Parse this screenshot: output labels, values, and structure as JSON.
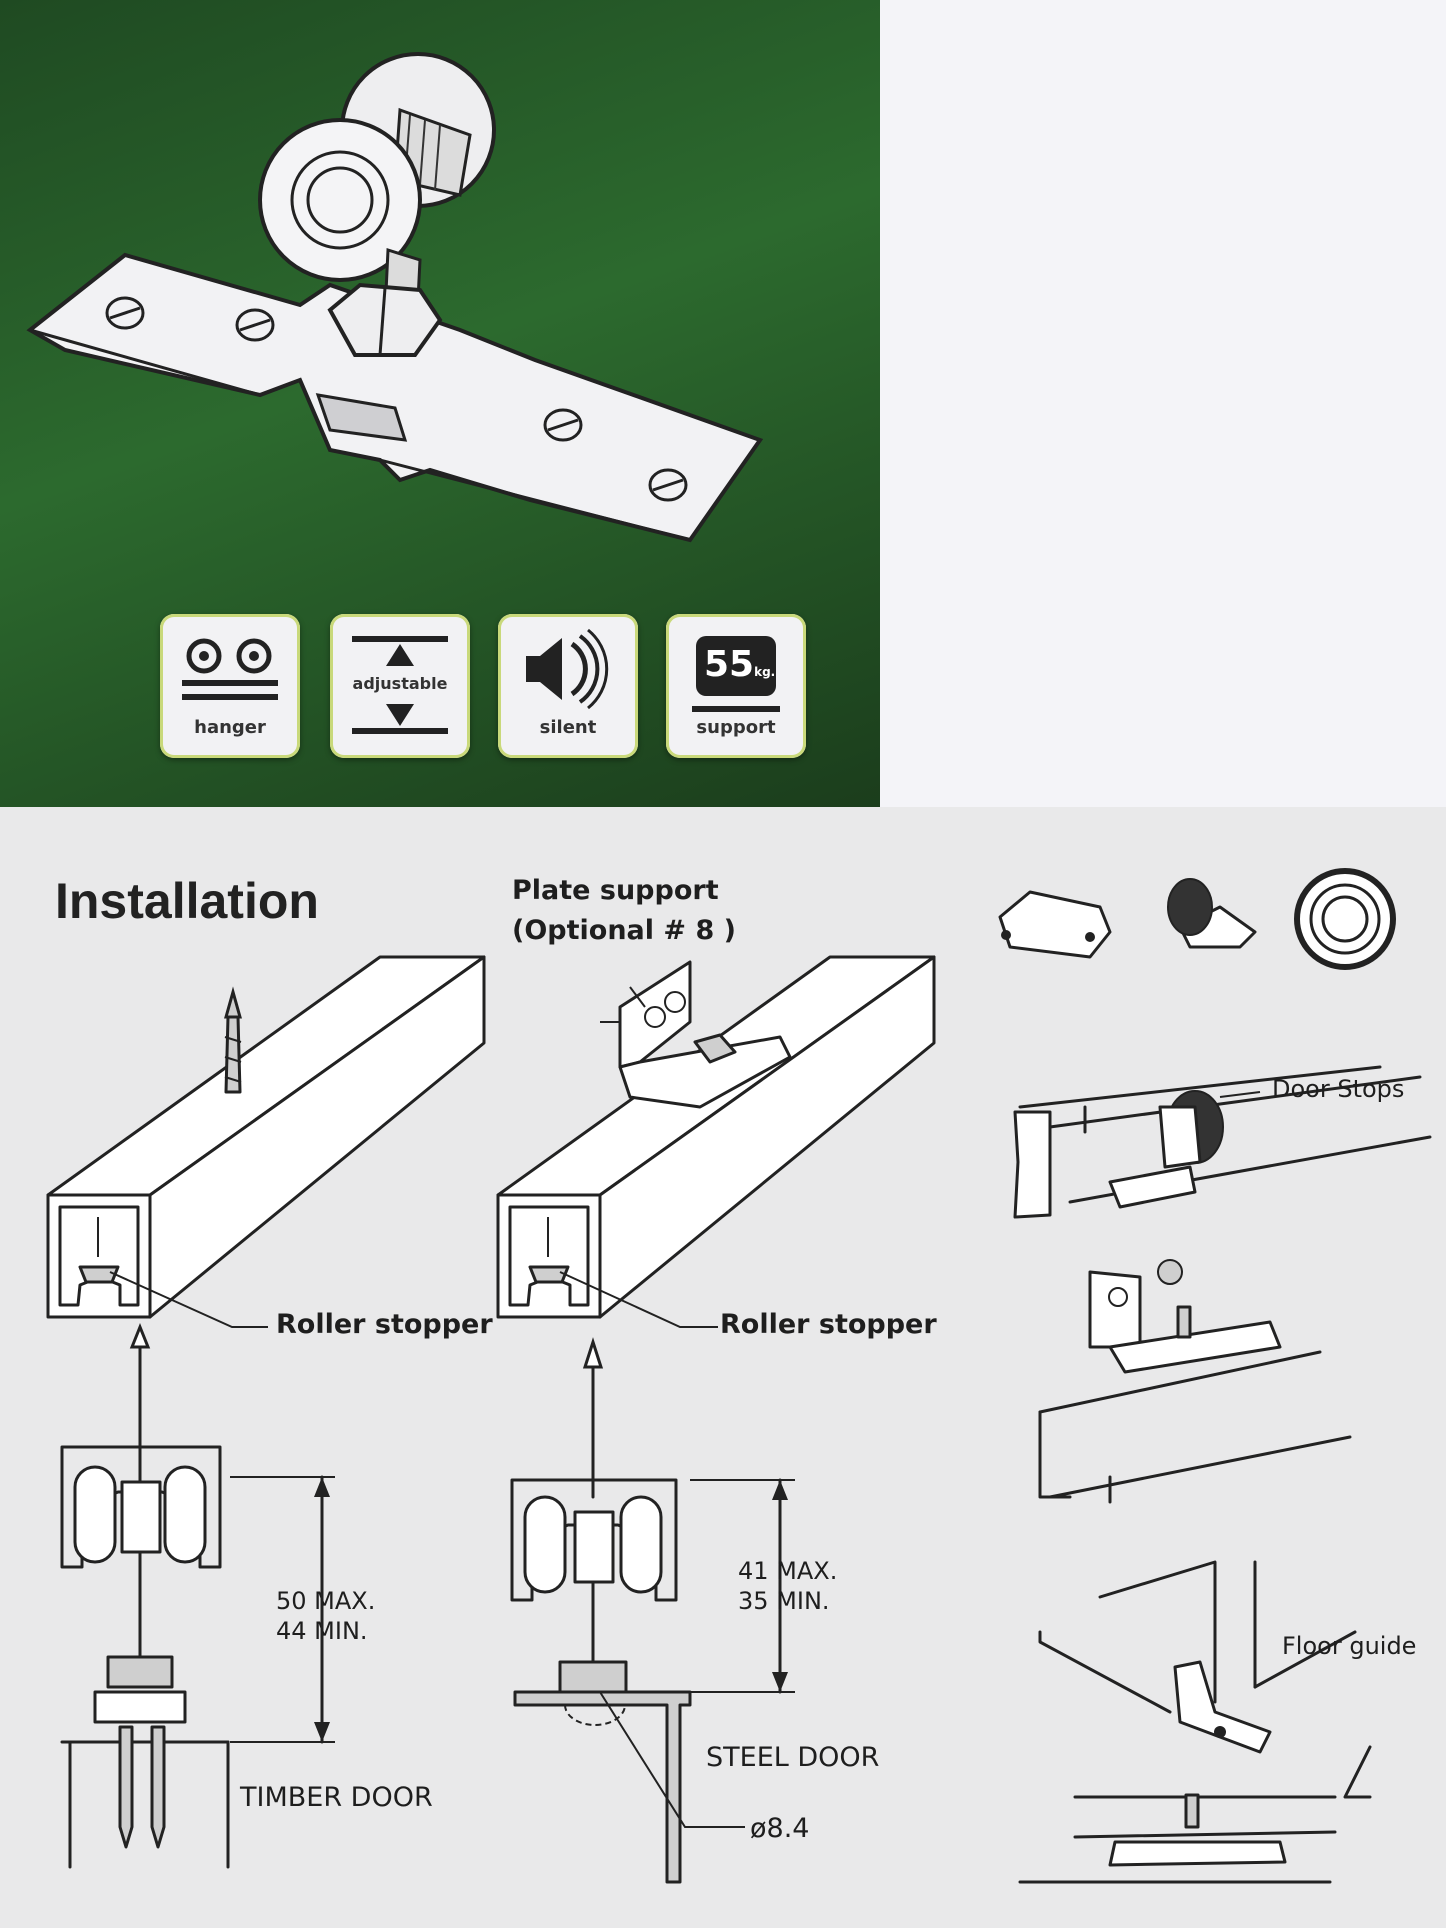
{
  "badges": {
    "hanger": "hanger",
    "adjustable": "adjustable",
    "silent": "silent",
    "support_value": "55",
    "support_unit": "kg.",
    "support": "support"
  },
  "installation": {
    "title": "Installation",
    "plate_support_line1": "Plate support",
    "plate_support_line2": "(Optional # 8 )",
    "roller_stopper_left": "Roller stopper",
    "roller_stopper_right": "Roller stopper",
    "dim_left_max": "50 MAX.",
    "dim_left_min": "44 MIN.",
    "dim_right_max": "41 MAX.",
    "dim_right_min": "35 MIN.",
    "timber_door": "TIMBER DOOR",
    "steel_door": "STEEL DOOR",
    "hole_diameter": "ø8.4",
    "door_stops": "Door Stops",
    "floor_guide": "Floor guide"
  },
  "colors": {
    "top_green": "#2c6a2e",
    "badge_bg": "#f2f2f4",
    "line": "#222222"
  }
}
